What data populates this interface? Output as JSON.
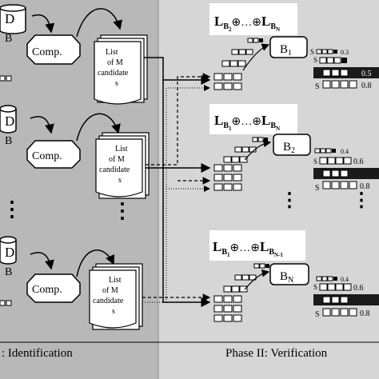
{
  "colors": {
    "phase1_bg": "#b8b8b8",
    "phase2_bg": "#d6d6d6",
    "box_fill": "#ffffff",
    "dark_row": "#1a1a1a"
  },
  "phases": {
    "phase1_label": ": Identification",
    "phase2_label": "Phase II: Verification"
  },
  "identification": {
    "db_letter": "D",
    "db_sub": "B",
    "comp_label": "Comp.",
    "list_lines": [
      "List",
      "of M",
      "candidate",
      "s"
    ],
    "ellipsis": "⋮"
  },
  "verification": {
    "formulas": [
      {
        "l1": "L",
        "s1": "B",
        "s1sub": "2",
        "op1": "⊕…⊕",
        "l2": "L",
        "s2": "B",
        "s2sub": "N"
      },
      {
        "l1": "L",
        "s1": "B",
        "s1sub": "1",
        "op1": "⊕…⊕",
        "l2": "L",
        "s2": "B",
        "s2sub": "N"
      },
      {
        "l1": "L",
        "s1": "B",
        "s1sub": "1",
        "op1": "⊕…⊕",
        "l2": "L",
        "s2": "B",
        "s2sub": "N-1"
      }
    ],
    "verifiers": [
      {
        "letter": "B",
        "sub": "1"
      },
      {
        "letter": "B",
        "sub": "2"
      },
      {
        "letter": "B",
        "sub": "N"
      }
    ],
    "score_sets": [
      {
        "top": "0.3",
        "mid": "0.5",
        "bottom": "0.8"
      },
      {
        "top": "0.4",
        "mid": "0.6",
        "bottom": "0.8"
      },
      {
        "top": "0.4",
        "mid": "0.6",
        "bottom": "0.8"
      }
    ],
    "score_prefix": "S",
    "ellipsis": "⋮"
  }
}
